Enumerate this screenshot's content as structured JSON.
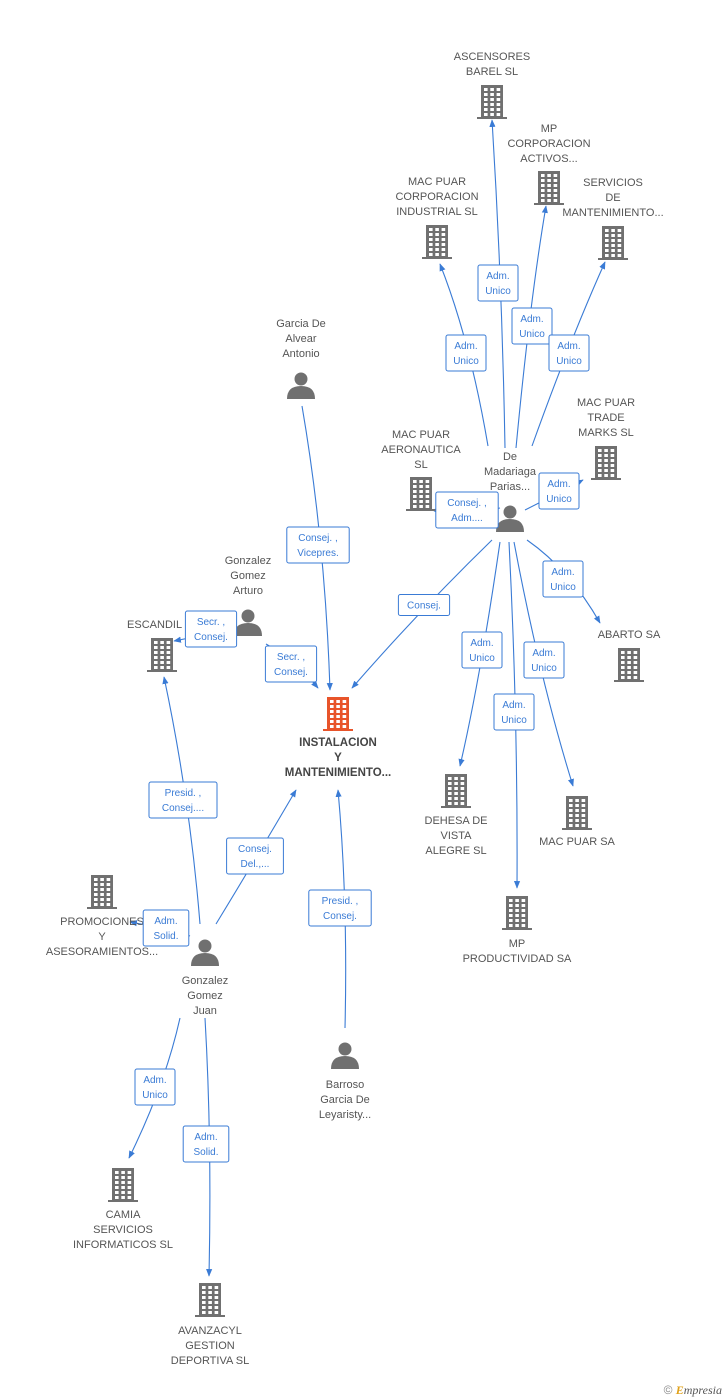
{
  "colors": {
    "edge": "#3a7bd5",
    "company": "#707070",
    "person": "#707070",
    "main": "#e8542a"
  },
  "main": {
    "name_lines": [
      "INSTALACION",
      "Y",
      "MANTENIMIENTO..."
    ]
  },
  "nodes": {
    "ascensores": {
      "type": "company",
      "lines": [
        "ASCENSORES",
        "BAREL SL"
      ]
    },
    "mp_corp": {
      "type": "company",
      "lines": [
        "MP",
        "CORPORACION",
        "ACTIVOS..."
      ]
    },
    "mac_corp": {
      "type": "company",
      "lines": [
        "MAC PUAR",
        "CORPORACION",
        "INDUSTRIAL SL"
      ]
    },
    "servicios": {
      "type": "company",
      "lines": [
        "SERVICIOS",
        "DE",
        "MANTENIMIENTO..."
      ]
    },
    "mac_trade": {
      "type": "company",
      "lines": [
        "MAC PUAR",
        "TRADE",
        "MARKS SL"
      ]
    },
    "mac_aero": {
      "type": "company",
      "lines": [
        "MAC PUAR",
        "AERONAUTICA",
        "SL"
      ]
    },
    "de_madariaga": {
      "type": "person",
      "lines": [
        "De",
        "Madariaga",
        "Parias..."
      ]
    },
    "garcia": {
      "type": "person",
      "lines": [
        "Garcia De",
        "Alvear",
        "Antonio"
      ]
    },
    "gg_arturo": {
      "type": "person",
      "lines": [
        "Gonzalez",
        "Gomez",
        "Arturo"
      ]
    },
    "escandil": {
      "type": "company",
      "lines": [
        "ESCANDIL 35"
      ]
    },
    "abarto": {
      "type": "company",
      "lines": [
        "ABARTO SA"
      ]
    },
    "dehesa": {
      "type": "company",
      "lines": [
        "DEHESA DE",
        "VISTA",
        "ALEGRE SL"
      ]
    },
    "mac_sa": {
      "type": "company",
      "lines": [
        "MAC PUAR SA"
      ]
    },
    "mp_prod": {
      "type": "company",
      "lines": [
        "MP",
        "PRODUCTIVIDAD SA"
      ]
    },
    "promociones": {
      "type": "company",
      "lines": [
        "PROMOCIONES",
        "Y",
        "ASESORAMIENTOS..."
      ]
    },
    "gg_juan": {
      "type": "person",
      "lines": [
        "Gonzalez",
        "Gomez",
        "Juan"
      ]
    },
    "barroso": {
      "type": "person",
      "lines": [
        "Barroso",
        "Garcia De",
        "Leyaristy..."
      ]
    },
    "camia": {
      "type": "company",
      "lines": [
        "CAMIA",
        "SERVICIOS",
        "INFORMATICOS SL"
      ]
    },
    "avanzacyl": {
      "type": "company",
      "lines": [
        "AVANZACYL",
        "GESTION",
        "DEPORTIVA SL"
      ]
    }
  },
  "relations": [
    {
      "from": "de_madariaga",
      "to": "ascensores",
      "label": [
        "Adm.",
        "Unico"
      ]
    },
    {
      "from": "de_madariaga",
      "to": "mp_corp",
      "label": [
        "Adm.",
        "Unico"
      ]
    },
    {
      "from": "de_madariaga",
      "to": "mac_corp",
      "label": [
        "Adm.",
        "Unico"
      ]
    },
    {
      "from": "de_madariaga",
      "to": "servicios",
      "label": [
        "Adm.",
        "Unico"
      ]
    },
    {
      "from": "de_madariaga",
      "to": "mac_trade",
      "label": [
        "Adm.",
        "Unico"
      ]
    },
    {
      "from": "de_madariaga",
      "to": "mac_aero",
      "label": [
        "Consej. ,",
        "Adm...."
      ]
    },
    {
      "from": "de_madariaga",
      "to": "main",
      "label": [
        "Consej."
      ]
    },
    {
      "from": "de_madariaga",
      "to": "abarto",
      "label": [
        "Adm.",
        "Unico"
      ]
    },
    {
      "from": "de_madariaga",
      "to": "dehesa",
      "label": [
        "Adm.",
        "Unico"
      ]
    },
    {
      "from": "de_madariaga",
      "to": "mac_sa",
      "label": [
        "Adm.",
        "Unico"
      ]
    },
    {
      "from": "de_madariaga",
      "to": "mp_prod",
      "label": [
        "Adm.",
        "Unico"
      ]
    },
    {
      "from": "garcia",
      "to": "main",
      "label": [
        "Consej. ,",
        "Vicepres."
      ]
    },
    {
      "from": "gg_arturo",
      "to": "escandil",
      "label": [
        "Secr. ,",
        "Consej."
      ]
    },
    {
      "from": "gg_arturo",
      "to": "main",
      "label": [
        "Secr. ,",
        "Consej."
      ]
    },
    {
      "from": "gg_juan",
      "to": "escandil",
      "label": [
        "Presid. ,",
        "Consej...."
      ]
    },
    {
      "from": "gg_juan",
      "to": "main",
      "label": [
        "Consej.",
        "Del.,..."
      ]
    },
    {
      "from": "gg_juan",
      "to": "promociones",
      "label": [
        "Adm.",
        "Solid."
      ]
    },
    {
      "from": "gg_juan",
      "to": "camia",
      "label": [
        "Adm.",
        "Unico"
      ]
    },
    {
      "from": "gg_juan",
      "to": "avanzacyl",
      "label": [
        "Adm.",
        "Solid."
      ]
    },
    {
      "from": "barroso",
      "to": "main",
      "label": [
        "Presid. ,",
        "Consej."
      ]
    }
  ],
  "footer": {
    "copyright": "©",
    "brand_first": "E",
    "brand_rest": "mpresia"
  }
}
